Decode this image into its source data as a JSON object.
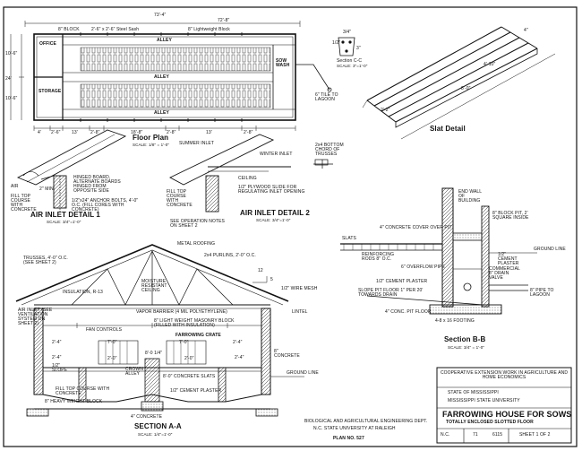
{
  "titles": {
    "floor_plan": "Floor Plan",
    "slat_detail": "Slat Detail",
    "air_inlet_1": "AIR INLET DETAIL 1",
    "air_inlet_2": "AIR INLET DETAIL 2",
    "section_aa": "SECTION A-A",
    "section_bb": "Section B-B"
  },
  "scales": {
    "floor_plan": "SCALE: 1/8\" = 1'-0\"",
    "air_inlet_1": "SCALE: 3/4\"=1'-0\"",
    "air_inlet_2": "SCALE: 3/4\"=1'-0\"",
    "section_aa": "SCALE: 1/4\"=1'-0\"",
    "section_bb": "SCALE: 3/4\" = 1'-0\"",
    "section_cc": "SCALE: 3\"=1'-0\""
  },
  "floor_plan": {
    "dims": {
      "overall": "73'-4\"",
      "right": "72'-8\"",
      "left_height": "10'-6\"",
      "height": "24'",
      "lower_height": "10'-6\""
    },
    "labels": {
      "office": "OFFICE",
      "storage": "STORAGE",
      "alley_top": "ALLEY",
      "alley_mid": "ALLEY",
      "alley_bottom": "ALLEY",
      "sow_wash": "SOW WASH",
      "slot_block": "8\" BLOCK",
      "steel_sash": "2'-6\" x 2'-6\" Steel Sash",
      "lightweight_block": "8\" Lightweight Block",
      "tile_to_lagoon": "6\" TILE TO LAGOON"
    },
    "bottom_dims": [
      "4'",
      "2'-6\"",
      "13'",
      "2'-8\"",
      "18'-8\"",
      "2'-8\"",
      "13'",
      "2'-8\""
    ]
  },
  "section_cc": {
    "label": "Section C-C",
    "dims": [
      "3/4\"",
      "1/2\"",
      "3\""
    ]
  },
  "slat_detail_dims": [
    "4\"",
    "4'-10\"",
    "8'-0\"",
    "2'-2\""
  ],
  "air_inlet_1_notes": {
    "hinged_board": "HINGED BOARD, ALTERNATE BOARDS HINGED FROM OPPOSITE SIDE",
    "min": "2\" MIN",
    "fill_top": "FILL TOP COURSE WITH CONCRETE",
    "anchor": "1/2\"x24\" ANCHOR BOLTS, 4'-0\" O.C. (FILL CORES WITH CONCRETE)",
    "air": "AIR"
  },
  "air_inlet_2_notes": {
    "summer_inlet": "SUMMER INLET",
    "winter_inlet": "WINTER INLET",
    "bottom_chord": "2x4 BOTTOM CHORD OF TRUSSES",
    "ceiling": "CEILING",
    "plywood": "1/2\" PLYWOOD SLIDE FOR REGULATING INLET OPENING",
    "fill_top": "FILL TOP COURSE WITH CONCRETE",
    "see_notes": "SEE OPERATION NOTES ON SHEET 2"
  },
  "section_aa_notes": {
    "metal_roofing": "METAL ROOFING",
    "trusses": "TRUSSES, 4'-0\" O.C. (SEE SHEET 2)",
    "purlins": "2x4 PURLINS, 2'-0\" O.C.",
    "insulation": "INSULATION, R-13",
    "moisture": "MOISTURE RESISTANT CEILING",
    "vapor": "VAPOR BARRIER (4 MIL POLYETHYLENE)",
    "wire_mesh": "1/2\" WIRE MESH",
    "lintel": "LINTEL",
    "air_inlet": "AIR INLET (SEE VENTILATION SYSTEM ON SHEET 2)",
    "fan_controls": "FAN CONTROLS",
    "masonry": "8\" LIGHT WEIGHT MASONRY BLOCK (FILLED WITH INSULATION)",
    "farrowing_crate": "FARROWING CRATE",
    "concrete_slats": "8'-0\" CONCRETE SLATS",
    "crown_alley": "CROWN ALLEY",
    "cement_plaster": "1/2\" CEMENT PLASTER",
    "concrete_4": "4\" CONCRETE",
    "fill_top": "FILL TOP COURSE WITH CONCRETE",
    "heavy_block": "8\" HEAVY WEIGHT BLOCK",
    "slope": "1/2\" SLOPE",
    "ground_line": "GROUND LINE",
    "concrete_side": "8\" CONCRETE",
    "pitch_12": "12",
    "pitch_5": "5",
    "dims_top": [
      "2'-4\"",
      "7'-0\"",
      "7'-0\"",
      "2'-4\""
    ],
    "dim_mid": "8'-0 1/4\"",
    "dims_low": [
      "2'-4\"",
      "2'-0\"",
      "2'-0\"",
      "2'-4\""
    ]
  },
  "section_bb_notes": {
    "end_wall": "END WALL OF BUILDING",
    "block_pit": "8\" BLOCK PIT, 2' SQUARE INSIDE",
    "cover": "4\" CONCRETE COVER OVER PIT",
    "slats": "SLATS",
    "rods": "REINFORCING RODS 8\" O.C.",
    "overflow": "6\" OVERFLOW PIPE",
    "cement_plaster": "1/2\" CEMENT PLASTER",
    "ground_line": "GROUND LINE",
    "cement_plaster_2": "1/2\" CEMENT PLASTER",
    "commercial_valve": "COMMERCIAL 8\" DRAIN VALVE",
    "pipe_lagoon": "8\" PIPE TO LAGOON",
    "slope_pit": "SLOPE PIT FLOOR 1\" PER 20' TOWARDS DRAIN",
    "pit_floor": "4\" CONC. PIT FLOOR",
    "footing": "4-8 x 16 FOOTING"
  },
  "title_block": {
    "coop": "COOPERATIVE EXTENSION WORK IN AGRICULTURE AND HOME ECONOMICS",
    "state1": "STATE OF MISSISSIPPI",
    "state2": "MISSISSIPPI STATE UNIVERSITY",
    "project": "FARROWING HOUSE FOR SOWS",
    "subproject": "TOTALLY ENCLOSED SLOTTED FLOOR",
    "dept": "BIOLOGICAL AND AGRICULTURAL ENGINEERING DEPT.",
    "univ": "N.C. STATE UNIVERSITY AT RALEIGH",
    "plan_no": "PLAN NO. 527",
    "nc": "N.C.",
    "num": "71",
    "dwg": "6115",
    "sheet": "SHEET 1 OF 2"
  }
}
